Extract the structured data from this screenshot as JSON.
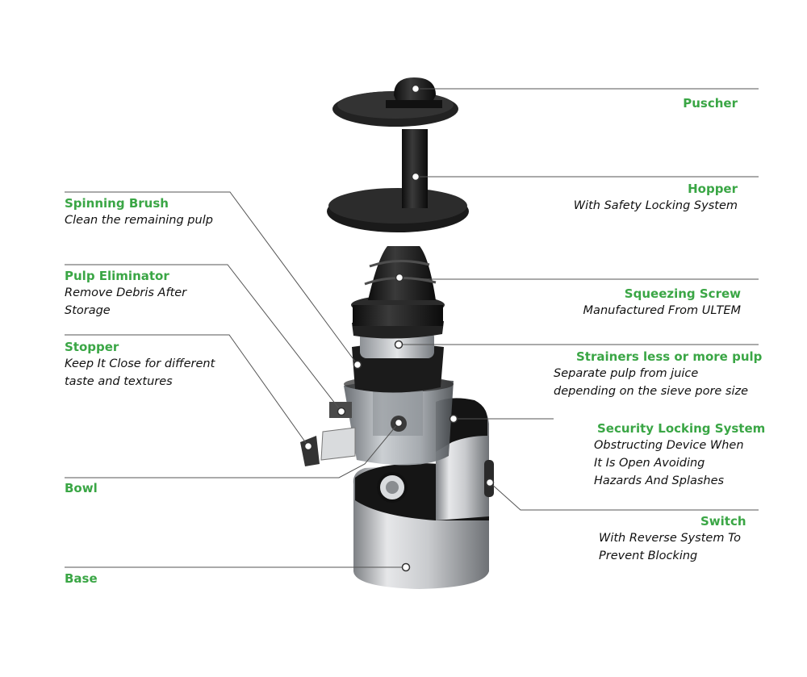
{
  "labels": {
    "puscher": {
      "title": "Puscher",
      "desc": []
    },
    "hopper": {
      "title": "Hopper",
      "desc": [
        "With Safety Locking System"
      ]
    },
    "screw": {
      "title": "Squeezing Screw",
      "desc": [
        "Manufactured From ULTEM"
      ]
    },
    "strainers": {
      "title": "Strainers less or more pulp",
      "desc": [
        "Separate pulp from juice",
        "depending on the sieve pore size"
      ]
    },
    "security": {
      "title": "Security Locking System",
      "desc": [
        "Obstructing Device When",
        "It Is Open Avoiding",
        "Hazards And Splashes"
      ]
    },
    "switch": {
      "title": "Switch",
      "desc": [
        "With Reverse System To",
        "Prevent Blocking"
      ]
    },
    "brush": {
      "title": "Spinning Brush",
      "desc": [
        "Clean the remaining pulp"
      ]
    },
    "eliminator": {
      "title": "Pulp Eliminator",
      "desc": [
        "Remove Debris After",
        "Storage"
      ]
    },
    "stopper": {
      "title": "Stopper",
      "desc": [
        "Keep It Close for different",
        "taste and textures"
      ]
    },
    "bowl": {
      "title": "Bowl",
      "desc": []
    },
    "base": {
      "title": "Base",
      "desc": []
    }
  },
  "colors": {
    "label_green": "#3aa645",
    "leader_line": "#555555",
    "body_black": "#1e1e1e",
    "body_silver": "#c4c6c9",
    "bowl_clear": "#9aa0a6"
  }
}
